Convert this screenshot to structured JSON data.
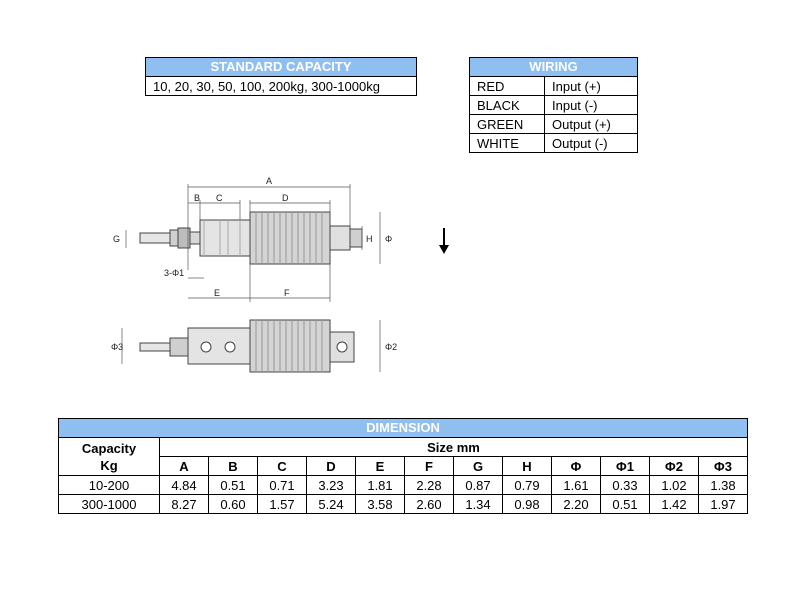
{
  "standard_capacity": {
    "title": "STANDARD CAPACITY",
    "value": "10, 20, 30, 50, 100, 200kg, 300-1000kg"
  },
  "wiring": {
    "title": "WIRING",
    "rows": [
      {
        "color": "RED",
        "signal": "Input (+)"
      },
      {
        "color": "BLACK",
        "signal": "Input (-)"
      },
      {
        "color": "GREEN",
        "signal": "Output (+)"
      },
      {
        "color": "WHITE",
        "signal": "Output (-)"
      }
    ]
  },
  "drawing": {
    "labels": {
      "A": "A",
      "B": "B",
      "C": "C",
      "D": "D",
      "E": "E",
      "F": "F",
      "G": "G",
      "H": "H",
      "phi": "Φ",
      "phi1": "3-Φ1",
      "phi2": "Φ2",
      "phi3": "Φ3"
    },
    "load_direction_icon": "down-arrow-icon"
  },
  "dimension": {
    "title": "DIMENSION",
    "capacity_label_line1": "Capacity",
    "capacity_label_line2": "Kg",
    "size_label": "Size mm",
    "columns": [
      "A",
      "B",
      "C",
      "D",
      "E",
      "F",
      "G",
      "H",
      "Φ",
      "Φ1",
      "Φ2",
      "Φ3"
    ],
    "rows": [
      {
        "capacity": "10-200",
        "values": [
          "4.84",
          "0.51",
          "0.71",
          "3.23",
          "1.81",
          "2.28",
          "0.87",
          "0.79",
          "1.61",
          "0.33",
          "1.02",
          "1.38"
        ]
      },
      {
        "capacity": "300-1000",
        "values": [
          "8.27",
          "0.60",
          "1.57",
          "5.24",
          "3.58",
          "2.60",
          "1.34",
          "0.98",
          "2.20",
          "0.51",
          "1.42",
          "1.97"
        ]
      }
    ]
  },
  "colors": {
    "header_bg": "#8fbff0",
    "header_text": "#ffffff"
  }
}
